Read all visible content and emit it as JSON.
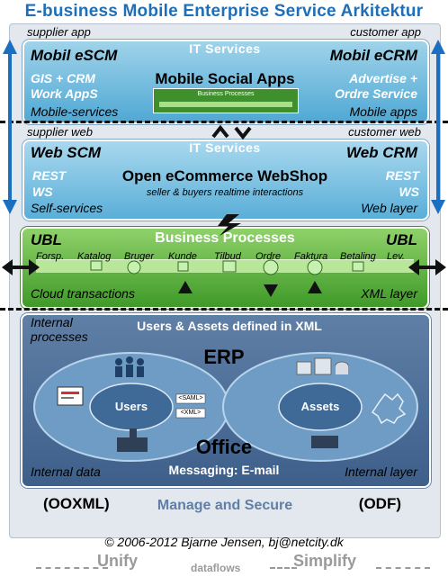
{
  "title": "E-business Mobile Enterprise Service Arkitektur",
  "top": {
    "supplier_app": "supplier app",
    "customer_app": "customer app",
    "it_services": "IT Services",
    "left_heading": "Mobil eSCM",
    "right_heading": "Mobil eCRM",
    "center": "Mobile Social Apps",
    "left_item1": "GIS + CRM",
    "left_item2": "Work AppS",
    "right_item1": "Advertise +",
    "right_item2": "Ordre Service",
    "mini_label": "Business Processes",
    "left_footer": "Mobile-services",
    "right_footer": "Mobile apps"
  },
  "web": {
    "supplier_web": "supplier web",
    "customer_web": "customer web",
    "it_services": "IT Services",
    "left_heading": "Web SCM",
    "right_heading": "Web CRM",
    "center": "Open eCommerce WebShop",
    "subtitle": "seller & buyers realtime interactions",
    "left_rest": "REST",
    "left_ws": "WS",
    "right_rest": "REST",
    "right_ws": "WS",
    "left_footer": "Self-services",
    "right_footer": "Web layer"
  },
  "bp": {
    "left_ubl": "UBL",
    "right_ubl": "UBL",
    "header": "Business Processes",
    "nodes": [
      "Forsp.",
      "Katalog",
      "Bruger",
      "Kunde",
      "Tilbud",
      "Ordre",
      "Faktura",
      "Betaling",
      "Lev."
    ],
    "left_footer": "Cloud transactions",
    "right_footer": "XML layer"
  },
  "internal": {
    "left_top1": "Internal",
    "left_top2": "processes",
    "header": "Users & Assets defined in XML",
    "erp": "ERP",
    "users": "Users",
    "assets": "Assets",
    "saml": "<SAML>",
    "xml": "<XML>",
    "office": "Office",
    "messaging": "Messaging: E-mail",
    "left_footer": "Internal data",
    "right_footer": "Internal layer"
  },
  "bottom": {
    "ooxml": "(OOXML)",
    "manage": "Manage and Secure",
    "odf": "(ODF)",
    "copyright": "© 2006-2012 Bjarne Jensen, bj@netcity.dk",
    "unify": "Unify",
    "dataflows": "dataflows",
    "simplify": "Simplify"
  },
  "colors": {
    "title_blue": "#1f6fb8",
    "arrow_blue": "#1a6fc0",
    "green_band": "#4fa832",
    "dark_blue_band": "#4a6c96"
  }
}
